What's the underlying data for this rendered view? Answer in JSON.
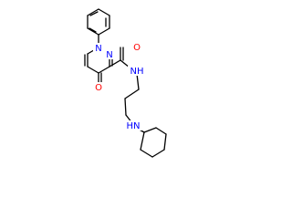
{
  "molecule": {
    "labels": {
      "ring_n1": "N",
      "ring_n2": "N",
      "ketone_o": "O",
      "amide_o": "O",
      "amide_nh": "NH",
      "amine_nh": "HN"
    },
    "colors": {
      "bond": "#000000",
      "nitrogen": "#0000ff",
      "oxygen": "#ff0000",
      "background": "#ffffff"
    }
  }
}
